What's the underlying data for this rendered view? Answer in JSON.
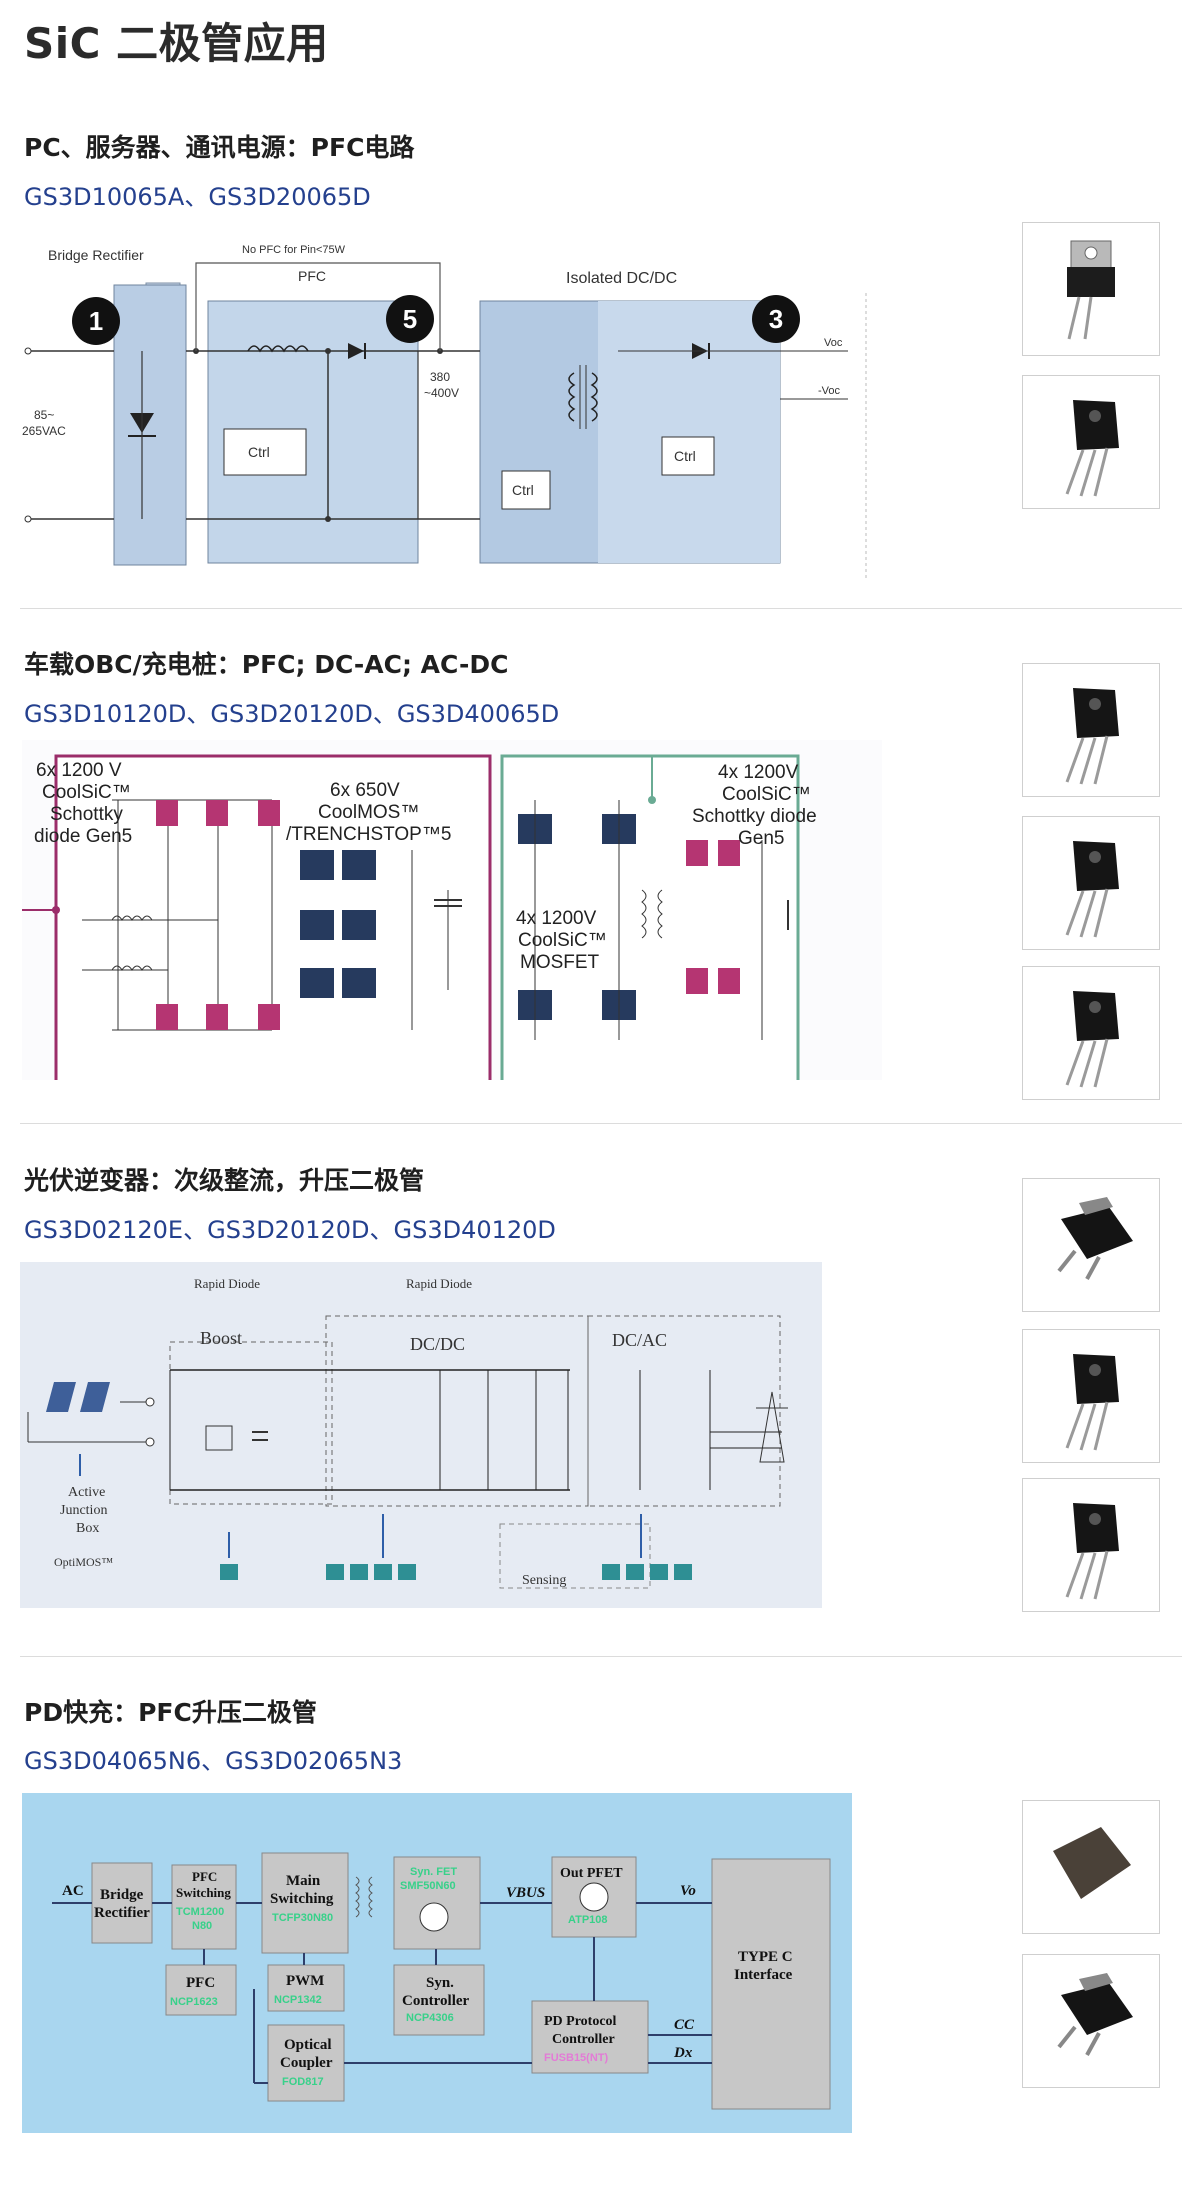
{
  "page": {
    "title": "SiC 二极管应用"
  },
  "sections": [
    {
      "title": "PC、服务器、通讯电源：PFC电路",
      "parts": "GS3D10065A、GS3D20065D",
      "diagram": {
        "labels": {
          "bridge": "Bridge Rectifier",
          "nopfc": "No PFC for Pin<75W",
          "pfc": "PFC",
          "isolated": "Isolated DC/DC",
          "n1": "1",
          "n5": "5",
          "n3": "3",
          "vin_a": "85~",
          "vin_b": "265VAC",
          "v380": "380",
          "v400": "~400V",
          "vout_p": "Voc",
          "vout_n": "-Voc",
          "ctrl1": "Ctrl",
          "ctrl2": "Ctrl",
          "ctrl3": "Ctrl"
        }
      },
      "thumbs": [
        "to-220-package-icon",
        "to-247-package-icon"
      ]
    },
    {
      "title": "车载OBC/充电桩：PFC; DC-AC; AC-DC",
      "parts": "GS3D10120D、GS3D20120D、GS3D40065D",
      "diagram": {
        "labels": {
          "l1a": "6x 1200 V",
          "l1b": "CoolSiC™",
          "l1c": "Schottky",
          "l1d": "diode Gen5",
          "l2a": "6x 650V",
          "l2b": "CoolMOS™",
          "l2c": "/TRENCHSTOP™5",
          "l3a": "4x 1200V",
          "l3b": "CoolSiC™",
          "l3c": "MOSFET",
          "l4a": "4x 1200V",
          "l4b": "CoolSiC™",
          "l4c": "Schottky diode",
          "l4d": "Gen5"
        }
      },
      "thumbs": [
        "to-247-package-icon",
        "to-247-package-icon",
        "to-247-package-icon"
      ]
    },
    {
      "title": "光伏逆变器：次级整流，升压二极管",
      "parts": "GS3D02120E、GS3D20120D、GS3D40120D",
      "diagram": {
        "labels": {
          "rapid1": "Rapid Diode",
          "rapid2": "Rapid Diode",
          "boost": "Boost",
          "dcdc": "DC/DC",
          "dcac": "DC/AC",
          "active_a": "Active",
          "active_b": "Junction",
          "active_c": "Box",
          "optimos": "OptiMOS™",
          "sensing": "Sensing"
        }
      },
      "thumbs": [
        "to-252-package-icon",
        "to-247-package-icon",
        "to-247-package-icon"
      ]
    },
    {
      "title": "PD快充：PFC升压二极管",
      "parts": "GS3D04065N6、GS3D02065N3",
      "diagram": {
        "labels": {
          "ac": "AC",
          "bridge_a": "Bridge",
          "bridge_b": "Rectifier",
          "pfcsw_a": "PFC",
          "pfcsw_b": "Switching",
          "pfcsw_c": "TCM1200",
          "pfcsw_d": "N80",
          "main_a": "Main",
          "main_b": "Switching",
          "main_c": "TCFP30N80",
          "synfet_a": "Syn. FET",
          "synfet_b": "SMF50N60",
          "vbus": "VBUS",
          "outpfet": "Out PFET",
          "atp": "ATP108",
          "vo": "Vo",
          "typec_a": "TYPE C",
          "typec_b": "Interface",
          "pfc_a": "PFC",
          "pfc_b": "NCP1623",
          "pwm_a": "PWM",
          "pwm_b": "NCP1342",
          "synctrl_a": "Syn.",
          "synctrl_b": "Controller",
          "synctrl_c": "NCP4306",
          "pd_a": "PD Protocol",
          "pd_b": "Controller",
          "pd_c": "FUSB15(NT)",
          "opt_a": "Optical",
          "opt_b": "Coupler",
          "opt_c": "FOD817",
          "cc": "CC",
          "dx": "Dx"
        }
      },
      "thumbs": [
        "dfn-package-icon",
        "to-252-package-icon"
      ]
    }
  ],
  "colors": {
    "title_text": "#2b2b2b",
    "part_link": "#24408e",
    "divider": "#dcdcdc",
    "obc_pfc_border": "#9b2d6a",
    "obc_dcdc_border": "#6aab94",
    "pd_background": "#a9d6ef"
  }
}
